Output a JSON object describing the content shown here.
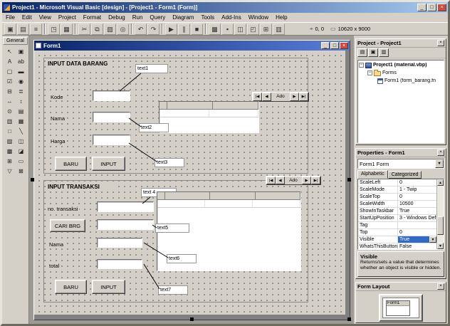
{
  "window": {
    "title": "Project1 - Microsoft Visual Basic [design] - [Project1 - Form1 (Form)]"
  },
  "icons": {
    "minimize": "_",
    "maximize": "□",
    "close": "×",
    "dropdown": "▼",
    "up": "▲",
    "down": "▼",
    "collapse": "−"
  },
  "menu": {
    "items": [
      "File",
      "Edit",
      "View",
      "Project",
      "Format",
      "Debug",
      "Run",
      "Query",
      "Diagram",
      "Tools",
      "Add-Ins",
      "Window",
      "Help"
    ]
  },
  "toolbar": {
    "icons": [
      {
        "name": "add-project-icon",
        "glyph": "▣"
      },
      {
        "name": "add-form-icon",
        "glyph": "▤"
      },
      {
        "name": "menu-editor-icon",
        "glyph": "≡"
      },
      {
        "name": "open-project-icon",
        "glyph": "◳"
      },
      {
        "name": "save-project-icon",
        "glyph": "▦"
      },
      {
        "name": "cut-icon",
        "glyph": "✂"
      },
      {
        "name": "copy-icon",
        "glyph": "⧉"
      },
      {
        "name": "paste-icon",
        "glyph": "▨"
      },
      {
        "name": "find-icon",
        "glyph": "◎"
      },
      {
        "name": "undo-icon",
        "glyph": "↶"
      },
      {
        "name": "redo-icon",
        "glyph": "↷"
      },
      {
        "name": "start-icon",
        "glyph": "▶"
      },
      {
        "name": "break-icon",
        "glyph": "∥"
      },
      {
        "name": "end-icon",
        "glyph": "■"
      },
      {
        "name": "project-explorer-icon",
        "glyph": "▩"
      },
      {
        "name": "properties-window-icon",
        "glyph": "▪"
      },
      {
        "name": "form-layout-icon",
        "glyph": "◫"
      },
      {
        "name": "object-browser-icon",
        "glyph": "◰"
      },
      {
        "name": "toolbox-icon",
        "glyph": "⊞"
      },
      {
        "name": "data-view-icon",
        "glyph": "▥"
      }
    ],
    "position_icon": "⌖",
    "position": "0, 0",
    "size_icon": "▭",
    "size": "10620 x 9000"
  },
  "toolbox": {
    "header": "General",
    "tools": [
      {
        "name": "pointer-tool-icon",
        "glyph": "↖"
      },
      {
        "name": "picturebox-tool-icon",
        "glyph": "▣"
      },
      {
        "name": "label-tool-icon",
        "glyph": "A"
      },
      {
        "name": "textbox-tool-icon",
        "glyph": "ab"
      },
      {
        "name": "frame-tool-icon",
        "glyph": "▢"
      },
      {
        "name": "commandbutton-tool-icon",
        "glyph": "▬"
      },
      {
        "name": "checkbox-tool-icon",
        "glyph": "☑"
      },
      {
        "name": "optionbutton-tool-icon",
        "glyph": "◉"
      },
      {
        "name": "combobox-tool-icon",
        "glyph": "⊟"
      },
      {
        "name": "listbox-tool-icon",
        "glyph": "≣"
      },
      {
        "name": "hscrollbar-tool-icon",
        "glyph": "↔"
      },
      {
        "name": "vscrollbar-tool-icon",
        "glyph": "↕"
      },
      {
        "name": "timer-tool-icon",
        "glyph": "⊙"
      },
      {
        "name": "drivelistbox-tool-icon",
        "glyph": "▤"
      },
      {
        "name": "dirlistbox-tool-icon",
        "glyph": "▥"
      },
      {
        "name": "filelistbox-tool-icon",
        "glyph": "▦"
      },
      {
        "name": "shape-tool-icon",
        "glyph": "□"
      },
      {
        "name": "line-tool-icon",
        "glyph": "╲"
      },
      {
        "name": "image-tool-icon",
        "glyph": "▨"
      },
      {
        "name": "data-tool-icon",
        "glyph": "◫"
      },
      {
        "name": "ole-tool-icon",
        "glyph": "▩"
      },
      {
        "name": "adodc-tool-icon",
        "glyph": "◪"
      },
      {
        "name": "datagrid-tool-icon",
        "glyph": "⊞"
      },
      {
        "name": "datalist-tool-icon",
        "glyph": "▭"
      },
      {
        "name": "datacombo-tool-icon",
        "glyph": "▽"
      },
      {
        "name": "msflexgrid-tool-icon",
        "glyph": "⊠"
      }
    ]
  },
  "designer": {
    "title": "Form1"
  },
  "form": {
    "section1": {
      "title": "INPUT DATA BARANG",
      "labels": {
        "kode": "Kode",
        "nama": "Nama",
        "harga": "Harga"
      },
      "buttons": {
        "baru": "BARU",
        "input": "INPUT"
      },
      "ado_caption": "Ado"
    },
    "section2": {
      "title": "INPUT TRANSAKSI",
      "labels": {
        "transaksi": "no. transaksi",
        "nama": "Nama",
        "total": "total"
      },
      "buttons": {
        "cari": "CARI BRG",
        "baru": "BARU",
        "input": "INPUT"
      },
      "ado_caption": "Ado"
    },
    "annotations": [
      "text1",
      "text2",
      "text3",
      "text 4",
      "text5",
      "text6",
      "text7"
    ]
  },
  "ado_nav": {
    "first": "|◀",
    "prev": "◀",
    "next": "▶",
    "last": "▶|"
  },
  "project_explorer": {
    "title": "Project - Project1",
    "toolbar": [
      {
        "name": "view-code-icon",
        "glyph": "▤"
      },
      {
        "name": "view-object-icon",
        "glyph": "▣"
      },
      {
        "name": "toggle-folders-icon",
        "glyph": "▥"
      }
    ],
    "tree": [
      {
        "label": "Project1 (material.vbp)"
      },
      {
        "label": "Forms"
      },
      {
        "label": "Form1 (form_barang.fn"
      }
    ]
  },
  "properties": {
    "title": "Properties - Form1",
    "selector": "Form1 Form",
    "tabs": [
      "Alphabetic",
      "Categorized"
    ],
    "rows": [
      {
        "name": "ScaleLeft",
        "value": "0"
      },
      {
        "name": "ScaleMode",
        "value": "1 - Twip"
      },
      {
        "name": "ScaleTop",
        "value": "0"
      },
      {
        "name": "ScaleWidth",
        "value": "10500"
      },
      {
        "name": "ShowInTaskbar",
        "value": "True"
      },
      {
        "name": "StartUpPosition",
        "value": "3 - Windows Def"
      },
      {
        "name": "Tag",
        "value": ""
      },
      {
        "name": "Top",
        "value": "0"
      },
      {
        "name": "Visible",
        "value": "True"
      },
      {
        "name": "WhatsThisButton",
        "value": "False"
      }
    ],
    "description_title": "Visible",
    "description": "Returns/sets a value that determines whether an object is visible or hidden."
  },
  "form_layout": {
    "title": "Form Layout",
    "form_caption": "Form1"
  },
  "colors": {
    "chrome": "#d4d0c8",
    "titlebar_start": "#0a246a",
    "titlebar_end": "#a6caf0",
    "selection": "#316ac5",
    "close_red": "#cf4b3a"
  }
}
